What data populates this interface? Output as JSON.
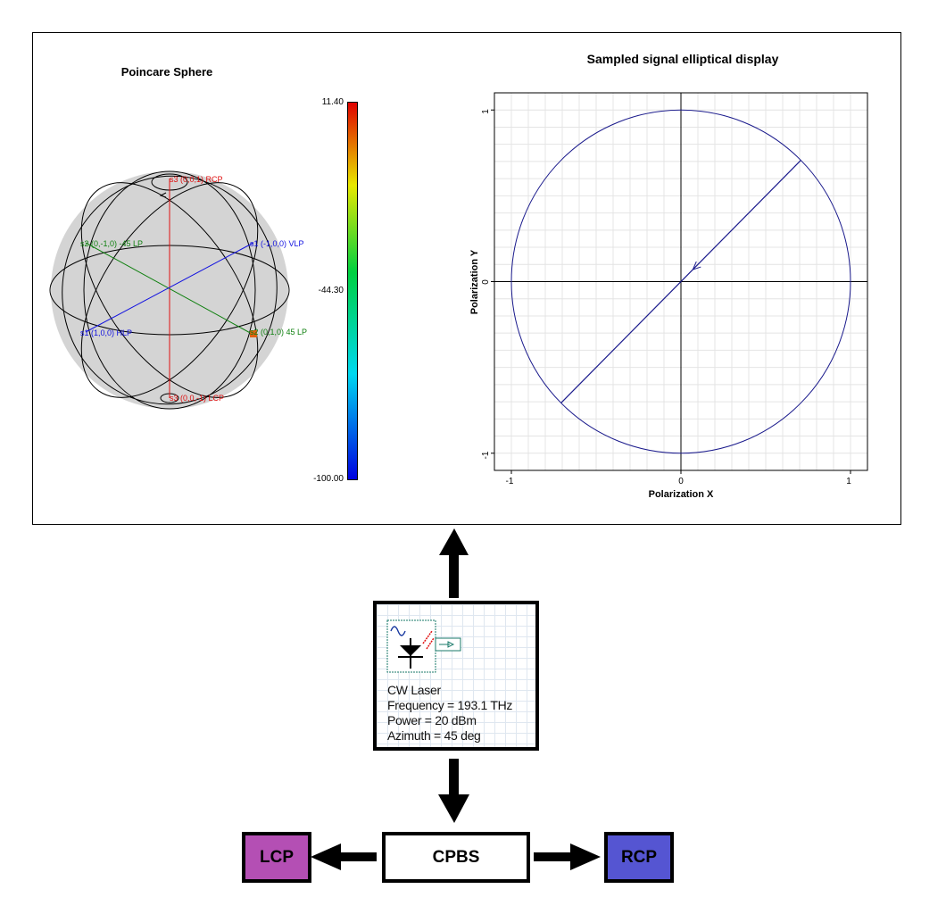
{
  "poincare": {
    "title": "Poincare Sphere",
    "labels": {
      "rcp": "s3 (0,0,1) RCP",
      "lcp": "s3 (0,0,-1) LCP",
      "lp_minus45": "s2 (0,-1,0) -45 LP",
      "lp_45": "s2 (0,1,0) 45 LP",
      "hlp": "s1 (1,0,0) HLP",
      "vlp": "s1 (-1,0,0) VLP"
    }
  },
  "colorbar": {
    "max": "11.40",
    "mid": "-44.30",
    "min": "-100.00"
  },
  "ellipse_plot": {
    "title": "Sampled signal elliptical display",
    "xlabel": "Polarization X",
    "ylabel": "Polarization Y",
    "xticks": [
      "-1",
      "0",
      "1"
    ],
    "yticks": [
      "1",
      "0",
      "-1"
    ]
  },
  "chart_data": {
    "type": "line",
    "title": "Sampled signal elliptical display",
    "xlabel": "Polarization X",
    "ylabel": "Polarization Y",
    "xlim": [
      -1.1,
      1.1
    ],
    "ylim": [
      -1.1,
      1.1
    ],
    "grid": true,
    "series": [
      {
        "values_x": [
          1,
          0.707,
          0,
          -0.707,
          -1,
          -0.707,
          0,
          0.707,
          1
        ],
        "values_y": [
          0,
          0.707,
          1,
          0.707,
          0,
          -0.707,
          -1,
          -0.707,
          0
        ]
      },
      {
        "values_x": [
          -0.707,
          0.707
        ],
        "values_y": [
          -0.707,
          0.707
        ]
      }
    ]
  },
  "laser": {
    "name": "CW Laser",
    "frequency": "Frequency = 193.1  THz",
    "power": "Power = 20  dBm",
    "azimuth": "Azimuth = 45  deg"
  },
  "blocks": {
    "lcp": "LCP",
    "cpbs": "CPBS",
    "rcp": "RCP"
  },
  "colors": {
    "lcp": "#b44fb4",
    "rcp": "#5555d2",
    "ellipse": "#1a1a8c"
  }
}
